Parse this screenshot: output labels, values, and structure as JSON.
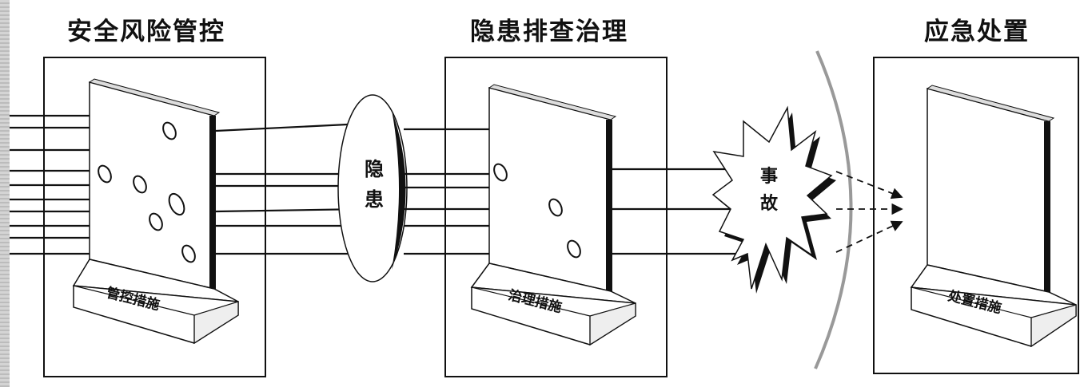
{
  "stages": [
    {
      "title": "安全风险管控",
      "base_label": "管控措施"
    },
    {
      "title": "隐患排查治理",
      "base_label": "治理措施"
    },
    {
      "title": "应急处置",
      "base_label": "处置措施"
    }
  ],
  "hazard_label": [
    "隐",
    "患"
  ],
  "accident_label": [
    "事",
    "故"
  ]
}
